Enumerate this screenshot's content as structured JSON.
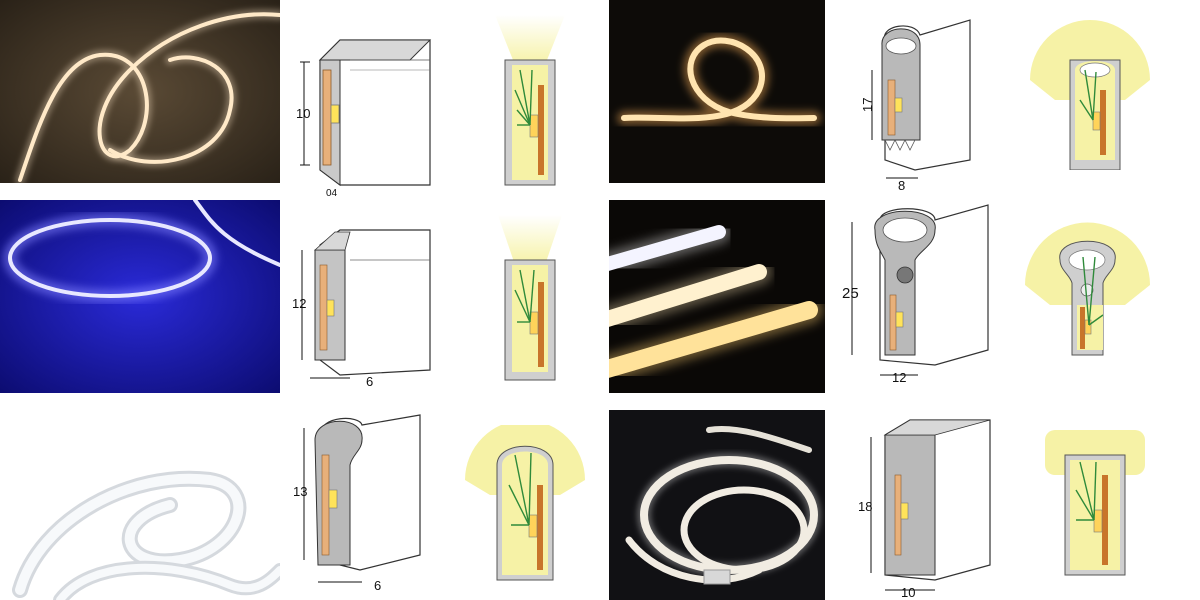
{
  "colors": {
    "warm_white": "#fff2d8",
    "warm_glow": "#ffd58a",
    "blue": "#3b3bff",
    "glow_yellow": "#f6f2a6",
    "silicone_grey": "#b8b8b8",
    "arrow_green": "#2f8a3a",
    "pcb": "#c8752a"
  },
  "icons": [
    "dimension-arrow-icon",
    "light-direction-arrow-icon",
    "led-chip-icon"
  ],
  "products": [
    {
      "height_label": "10",
      "width_label": "04"
    },
    {
      "height_label": "17",
      "width_label": "8"
    },
    {
      "height_label": "12",
      "width_label": "6"
    },
    {
      "height_label": "25",
      "width_label": "12"
    },
    {
      "height_label": "13",
      "width_label": "6"
    },
    {
      "height_label": "18",
      "width_label": "10"
    }
  ]
}
